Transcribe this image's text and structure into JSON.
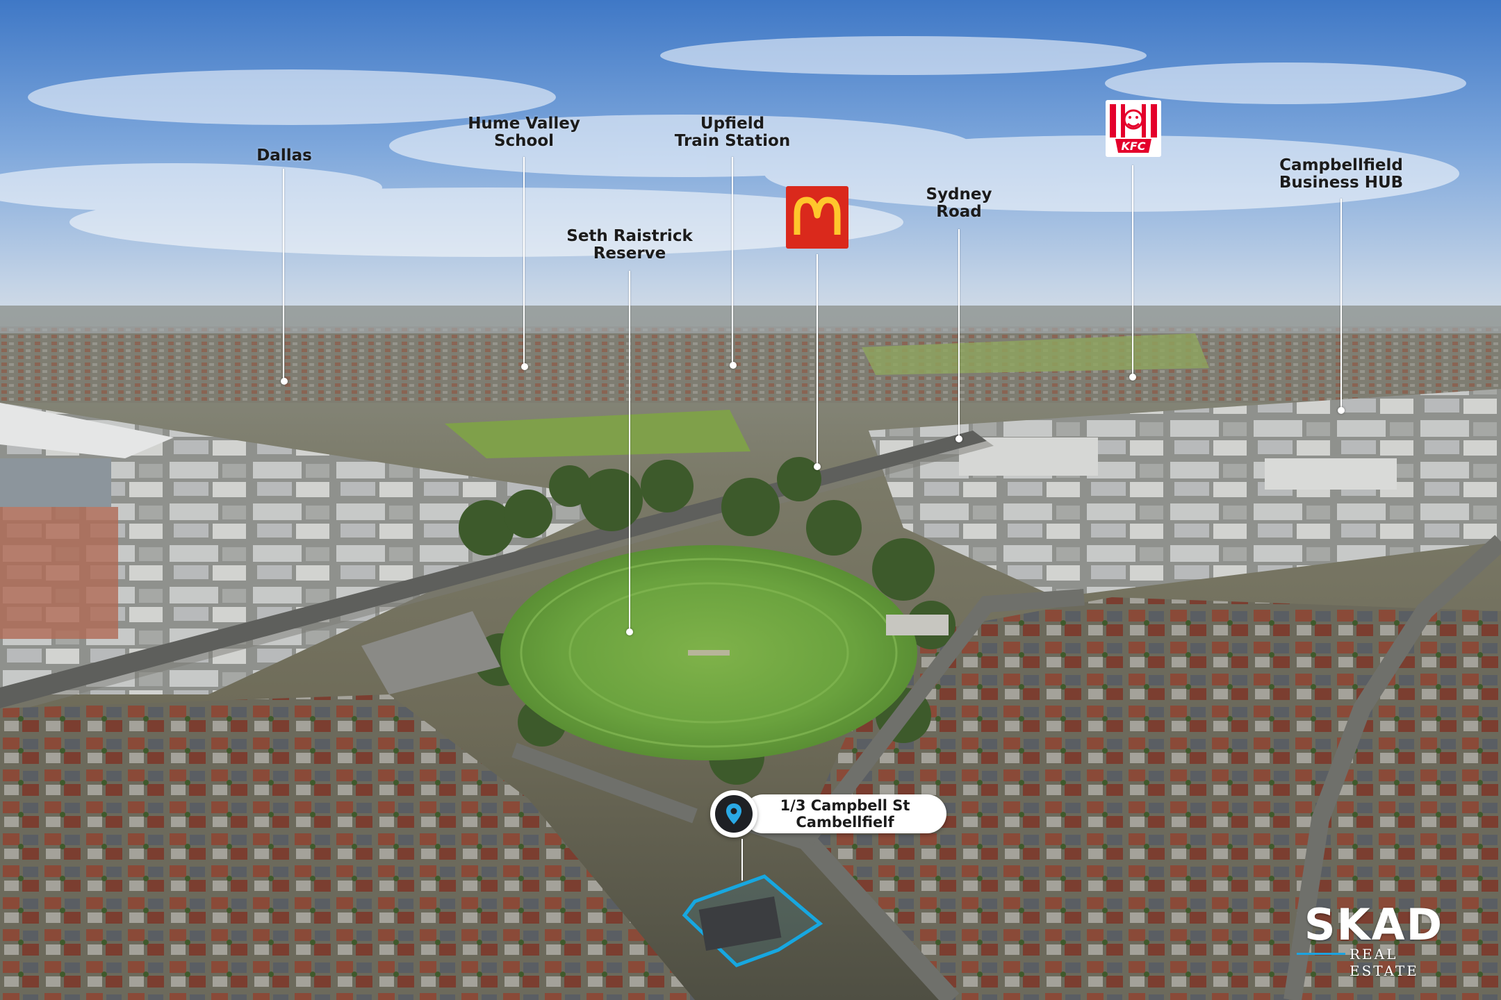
{
  "landmarks": [
    {
      "id": "dallas",
      "lines": [
        "Dallas"
      ]
    },
    {
      "id": "hume-valley-school",
      "lines": [
        "Hume Valley",
        "School"
      ]
    },
    {
      "id": "upfield-train-station",
      "lines": [
        "Upfield",
        "Train Station"
      ]
    },
    {
      "id": "seth-raistrick-reserve",
      "lines": [
        "Seth Raistrick",
        "Reserve"
      ]
    },
    {
      "id": "sydney-road",
      "lines": [
        "Sydney",
        "Road"
      ]
    },
    {
      "id": "campbellfield-business-hub",
      "lines": [
        "Campbellfield",
        "Business HUB"
      ]
    }
  ],
  "logos": {
    "mcdonalds": {
      "icon": "mcdonalds-logo",
      "color": "#da291c",
      "accent": "#ffc72c"
    },
    "kfc": {
      "icon": "kfc-logo",
      "text": "KFC",
      "color": "#e4002b"
    }
  },
  "property": {
    "address_line1": "1/3 Campbell St",
    "address_line2": "Cambellfielf",
    "icon": "location-pin-icon",
    "outline_color": "#17a7e0"
  },
  "branding": {
    "name": "SKAD",
    "tagline": "REAL ESTATE",
    "accent": "#1ca3e0"
  }
}
